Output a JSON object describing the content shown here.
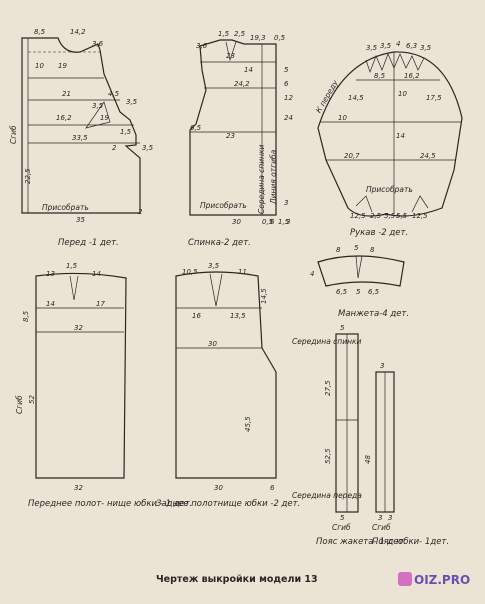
{
  "title": "Чертеж выкройки модели 13",
  "watermark": "OIZ.PRO",
  "front_bodice": {
    "caption": "Перед -1 дет.",
    "fold": "Сгиб",
    "gather": "Присобрать",
    "dims": [
      "8,5",
      "14,2",
      "3,6",
      "10",
      "19",
      "21",
      "3,5",
      "4,5",
      "3,5",
      "16,2",
      "19",
      "1,5",
      "33,5",
      "2",
      "3,5",
      "22,5",
      "35",
      "2"
    ]
  },
  "back_bodice": {
    "caption": "Спинка-2 дет.",
    "gather": "Присобрать",
    "centre": "Середина спинки",
    "button_line": "Линия отгиба",
    "dims": [
      "3,6",
      "1,5",
      "2,5",
      "19,3",
      "0,5",
      "23",
      "14",
      "24,2",
      "6,5",
      "23",
      "12",
      "24",
      "5",
      "6",
      "3",
      "30",
      "0,5",
      "6",
      "1,5",
      "3"
    ]
  },
  "sleeve": {
    "caption": "Рукав -2 дет.",
    "front_mark": "К переду",
    "gather": "Присобрать",
    "dims": [
      "3,5",
      "3,5",
      "4",
      "6,3",
      "3,5",
      "8,5",
      "16,2",
      "14,5",
      "10",
      "17,5",
      "10",
      "14",
      "20,7",
      "24,5",
      "12,5",
      "2,5",
      "5,5",
      "5,5",
      "12,5"
    ]
  },
  "cuff": {
    "caption": "Манжета-4 дет.",
    "dims": [
      "8",
      "5",
      "8",
      "4",
      "6,5",
      "5",
      "6,5"
    ]
  },
  "front_skirt": {
    "caption": "Переднее полот- нище юбки - 1 дет.",
    "fold": "Сгиб",
    "dims": [
      "13",
      "1,5",
      "14",
      "8,5",
      "14",
      "17",
      "32",
      "52",
      "32"
    ]
  },
  "back_skirt": {
    "caption": "Заднее полотнище юбки -2 дет.",
    "dims": [
      "10,5",
      "3,5",
      "11",
      "16",
      "13,5",
      "14,5",
      "30",
      "45,5",
      "30",
      "6"
    ]
  },
  "belt_jacket": {
    "caption": "Пояс жакета- 1 дет.",
    "fold": "Сгиб",
    "centre_back": "Середина спинки",
    "centre_front": "Середина переда",
    "dims": [
      "5",
      "27,5",
      "52,5",
      "5"
    ]
  },
  "belt_skirt": {
    "caption": "Пояс юбки- 1дет.",
    "fold": "Сгиб",
    "dims": [
      "3",
      "48",
      "3",
      "3"
    ]
  }
}
